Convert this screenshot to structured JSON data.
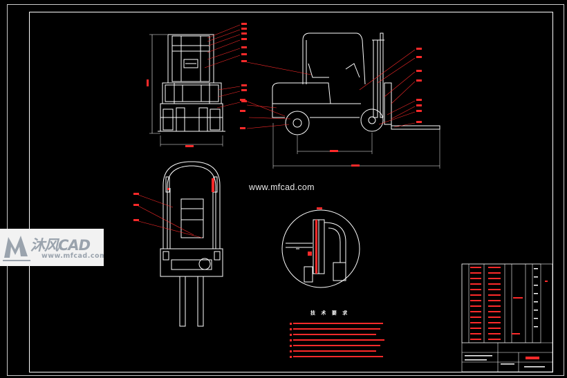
{
  "watermark": {
    "url": "www.mfcad.com"
  },
  "logo": {
    "main": "沐风CAD",
    "sub": "www.mfcad.com"
  },
  "notes": {
    "title": "技 术 要 求"
  },
  "colors": {
    "background": "#000000",
    "lines": "#ffffff",
    "leaders": "#ff2a2a",
    "frame": "#ffffff"
  }
}
